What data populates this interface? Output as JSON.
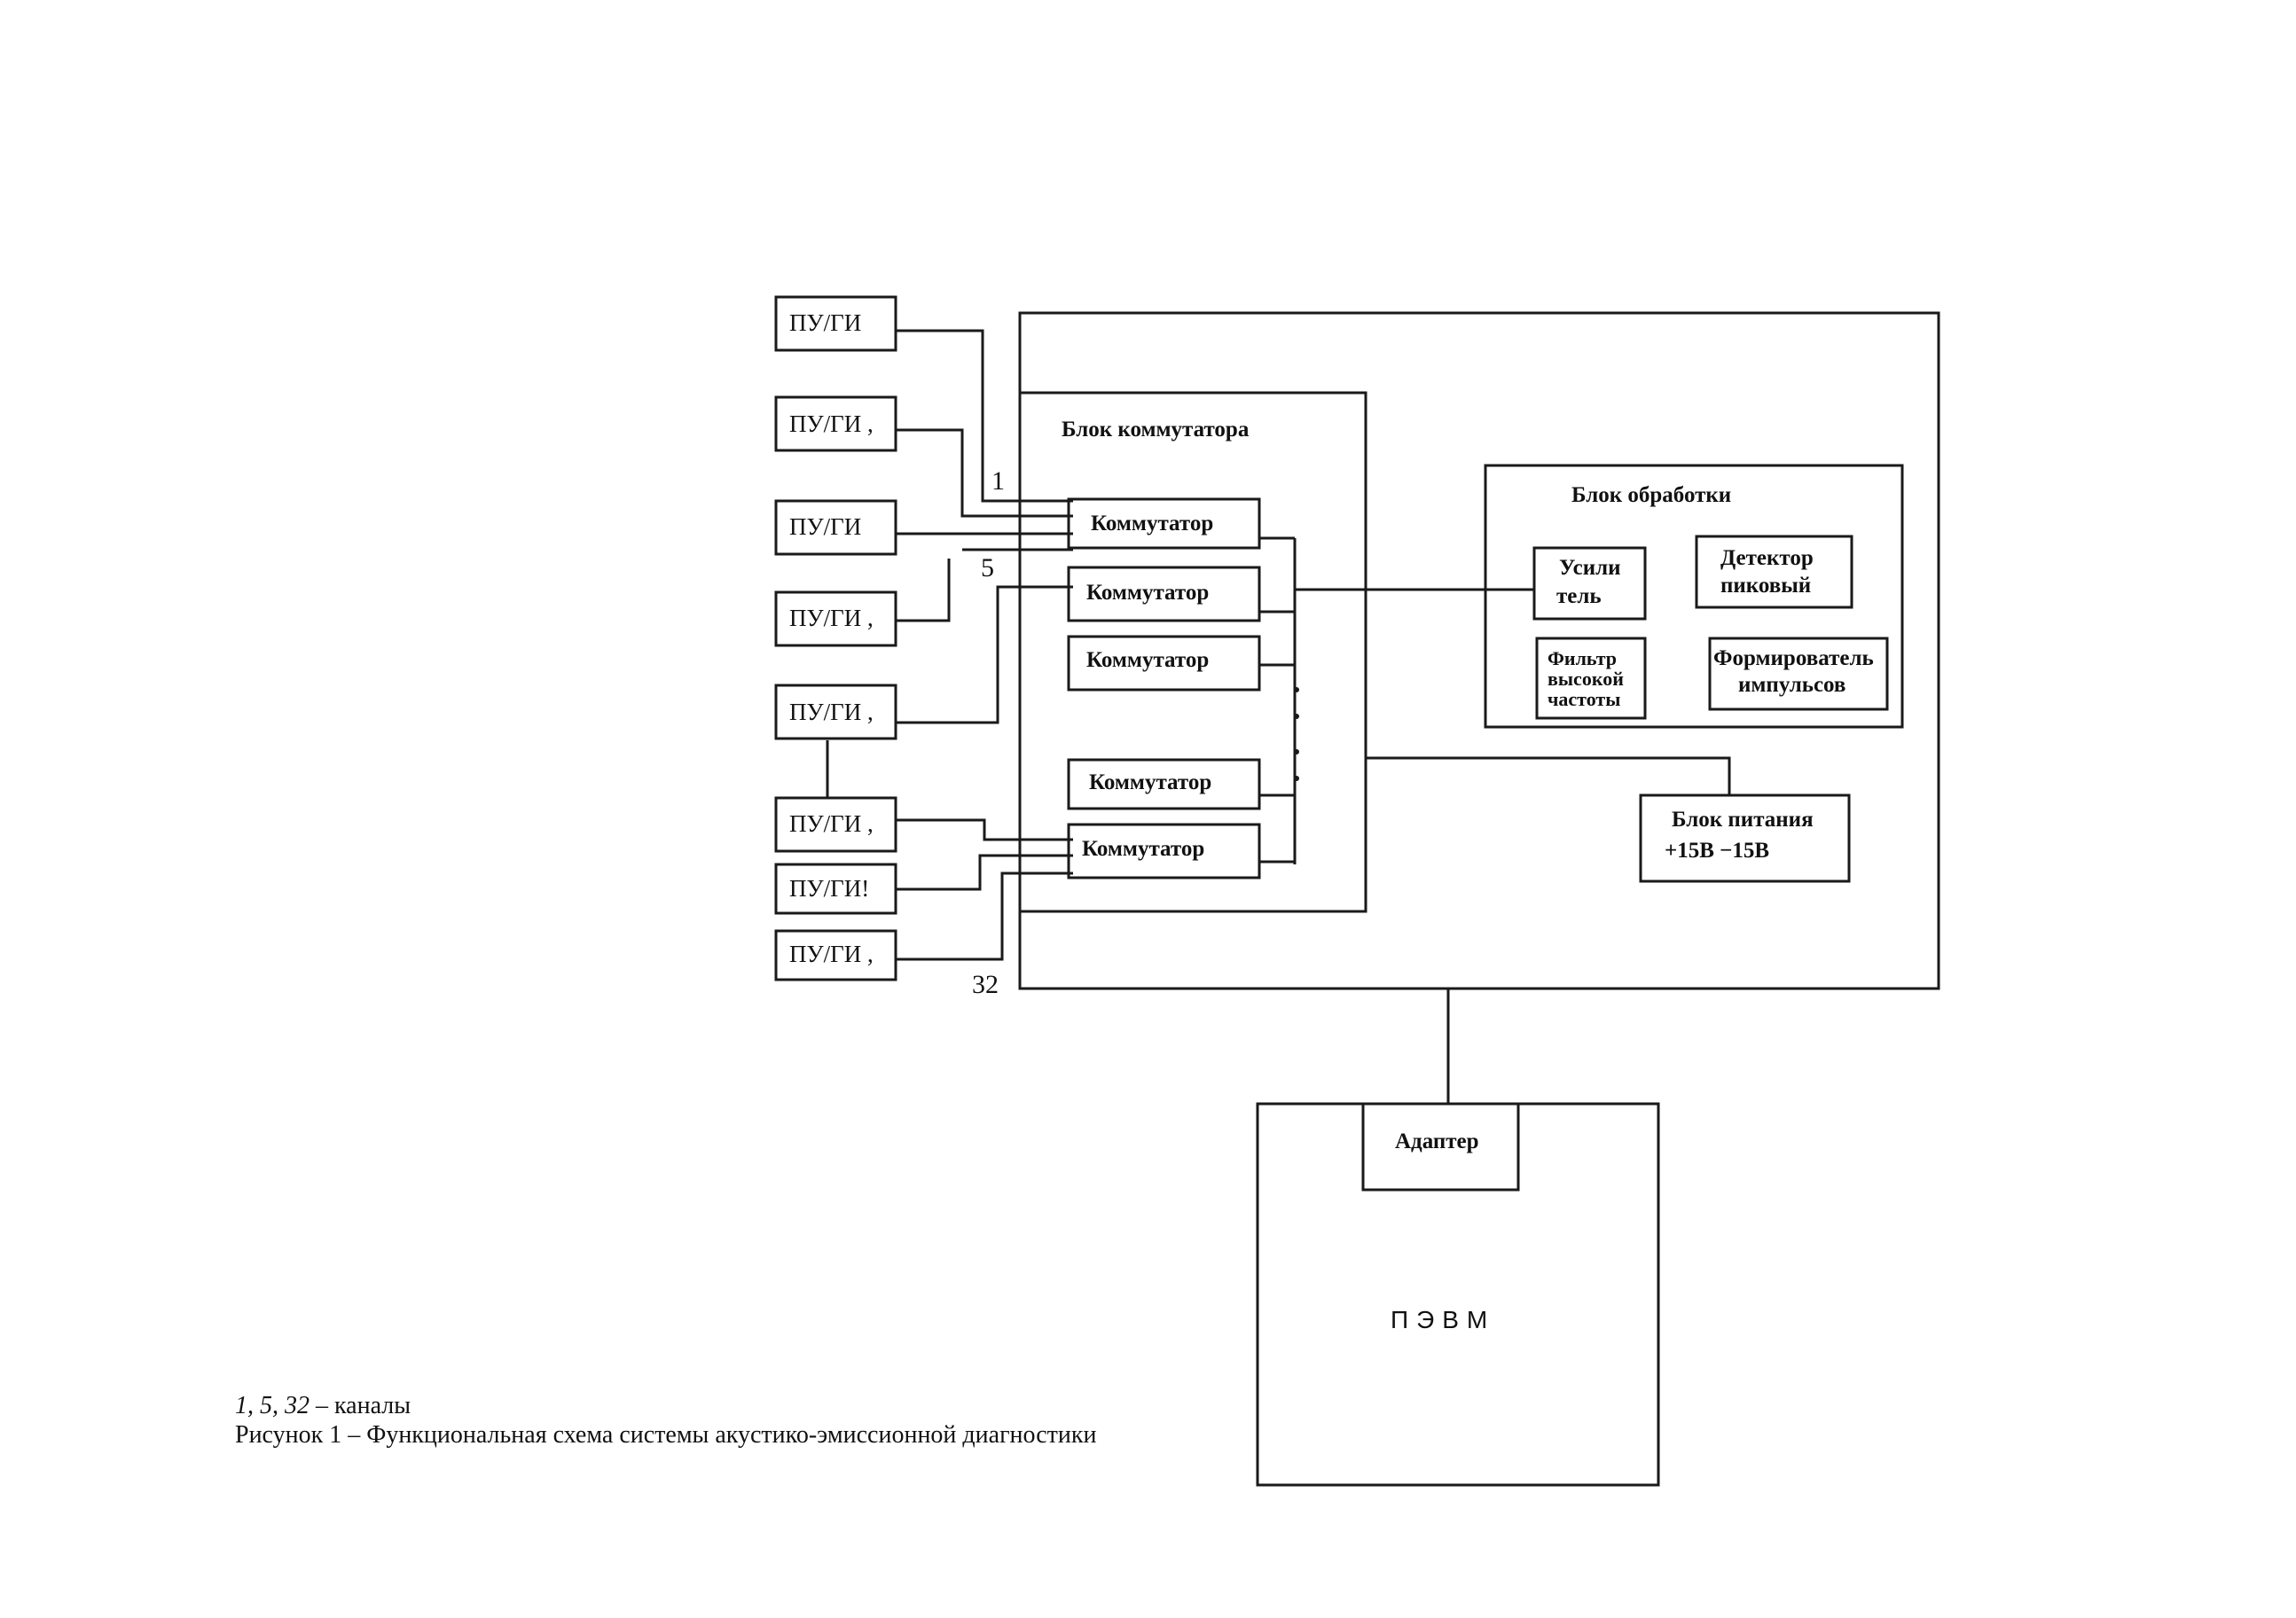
{
  "devices": [
    "ПУ/ГИ",
    "ПУ/ГИ ,",
    "ПУ/ГИ",
    "ПУ/ГИ ,",
    "ПУ/ГИ ,",
    "ПУ/ГИ ,",
    "ПУ/ГИ!",
    "ПУ/ГИ ,"
  ],
  "channel_numbers": [
    "1",
    "5",
    "32"
  ],
  "commutator_block": {
    "title": "Блок коммутатора",
    "switches": [
      "Коммутатор",
      "Коммутатор",
      "Коммутатор",
      "Коммутатор",
      "Коммутатор"
    ]
  },
  "processing_block": {
    "title": "Блок обработки",
    "amplifier": [
      "Усили",
      "тель"
    ],
    "peak_detector": [
      "Детектор",
      "пиковый"
    ],
    "hp_filter": [
      "Фильтр",
      "высокой",
      "частоты"
    ],
    "pulse_shaper": [
      "Формирователь",
      "импульсов"
    ]
  },
  "power_block": {
    "title": "Блок питания",
    "voltages": "+15В  −15В"
  },
  "computer": {
    "label": "ПЭВМ",
    "adapter": "Адаптер"
  },
  "caption": {
    "channels_note_nums": "1, 5, 32",
    "channels_note_text": " – каналы",
    "figure_title": "Рисунок 1  –  Функциональная схема системы акустико-эмиссионной диагностики"
  }
}
